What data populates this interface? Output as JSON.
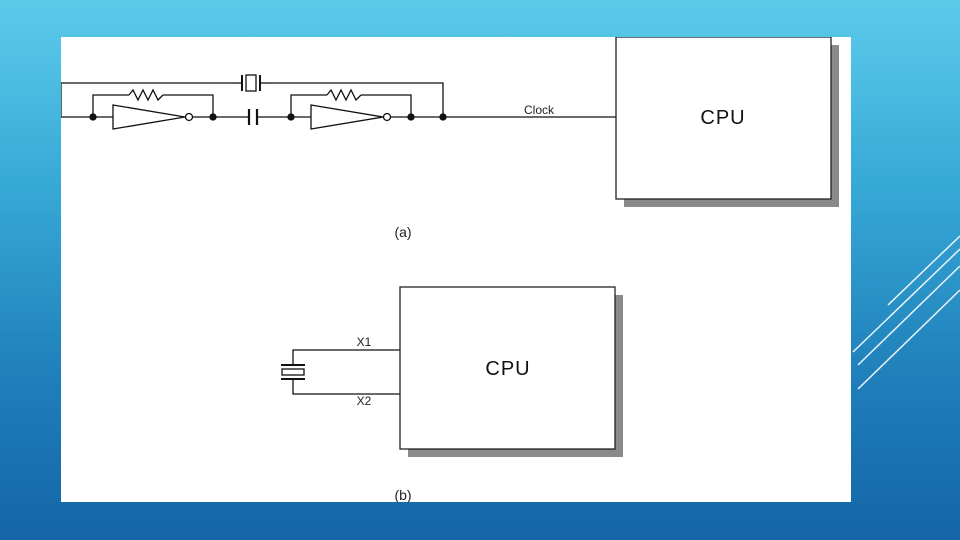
{
  "figure": {
    "a": {
      "caption": "(a)",
      "signal_label": "Clock",
      "cpu_label": "CPU"
    },
    "b": {
      "caption": "(b)",
      "pin1_label": "X1",
      "pin2_label": "X2",
      "cpu_label": "CPU"
    }
  },
  "colors": {
    "background_top": "#5ccbea",
    "background_bottom": "#1565a6",
    "panel": "#ffffff",
    "shadow": "#8a8a8a",
    "decor_lines": "#ffffff"
  }
}
